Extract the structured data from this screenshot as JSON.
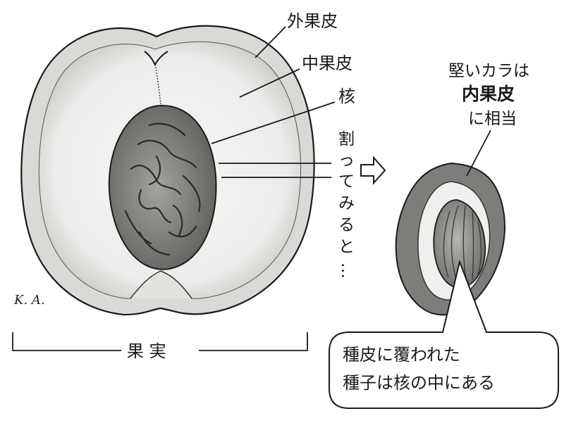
{
  "labels": {
    "exocarp": "外果皮",
    "mesocarp": "中果皮",
    "stone": "核",
    "cut_open": [
      "割",
      "っ",
      "て",
      "み",
      "る",
      "と",
      "…"
    ],
    "shell_note": [
      "堅いカラは",
      "内果皮",
      "に相当"
    ],
    "fruit": "果 実",
    "callout": [
      "種皮に覆われた",
      "種子は核の中にある"
    ],
    "signature": "K. A."
  },
  "colors": {
    "line": "#1a1a1a",
    "flesh": "#f4f4f2",
    "stone_fill": "#8a8a86",
    "seed_fill": "#9a9a95"
  }
}
